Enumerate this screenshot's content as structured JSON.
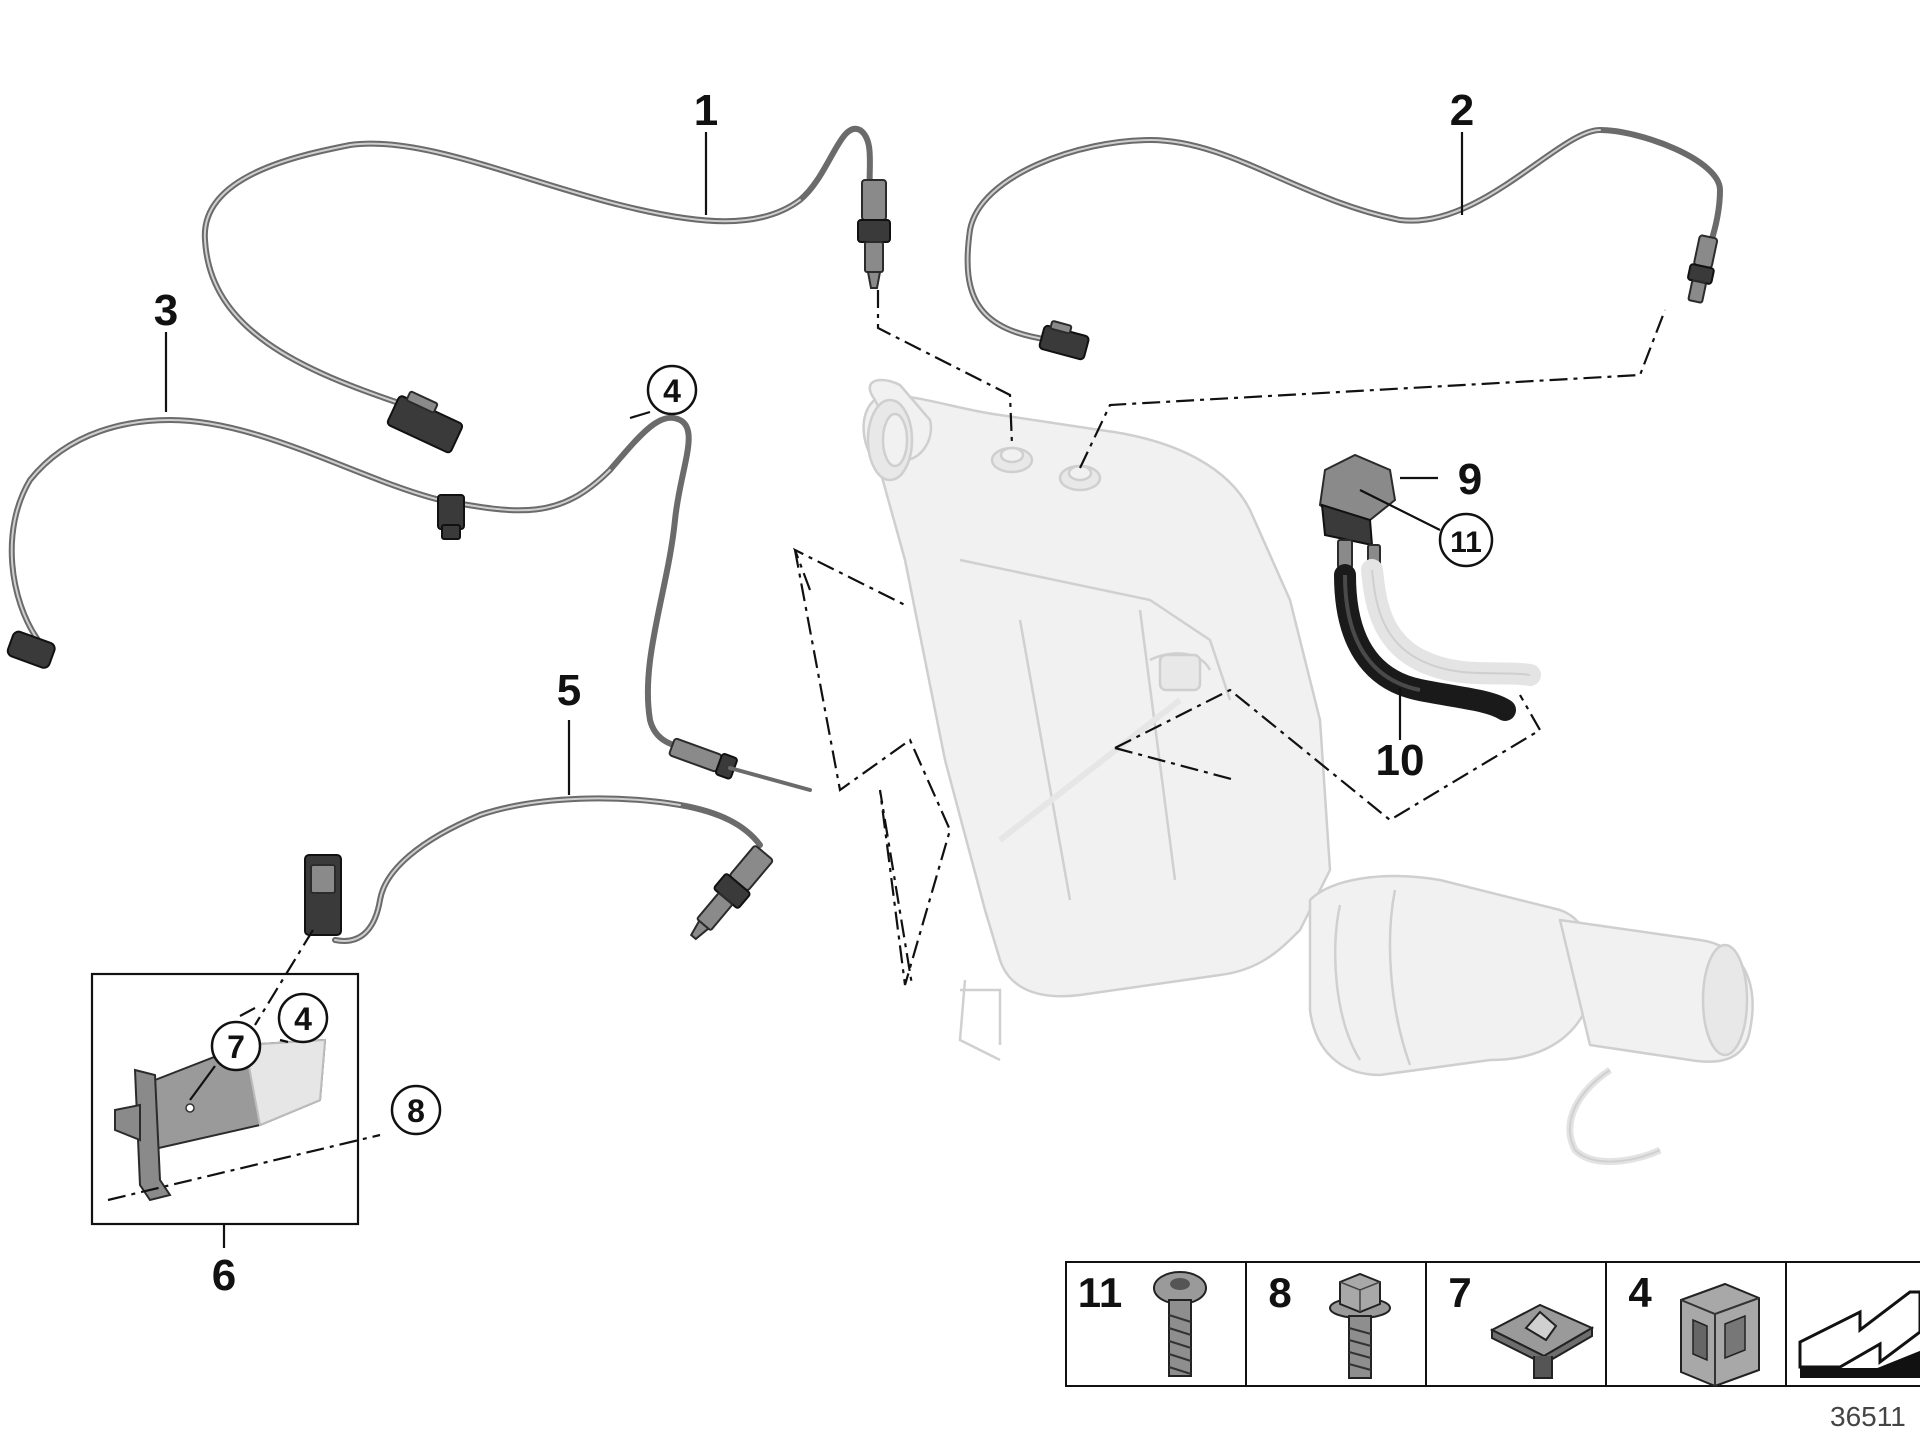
{
  "diagram": {
    "callouts": {
      "c1": "1",
      "c2": "2",
      "c3": "3",
      "c4a": "4",
      "c5": "5",
      "c6": "6",
      "c7": "7",
      "c4b": "4",
      "c8": "8",
      "c9": "9",
      "c11": "11",
      "c10": "10"
    },
    "legend": {
      "cells": [
        {
          "label": "11",
          "icon": "torx-bolt-icon"
        },
        {
          "label": "8",
          "icon": "hex-bolt-icon"
        },
        {
          "label": "7",
          "icon": "clip-nut-icon"
        },
        {
          "label": "4",
          "icon": "spring-clip-icon"
        },
        {
          "label": "",
          "icon": "arrow-reference-icon"
        }
      ]
    },
    "document_number": "36511"
  }
}
